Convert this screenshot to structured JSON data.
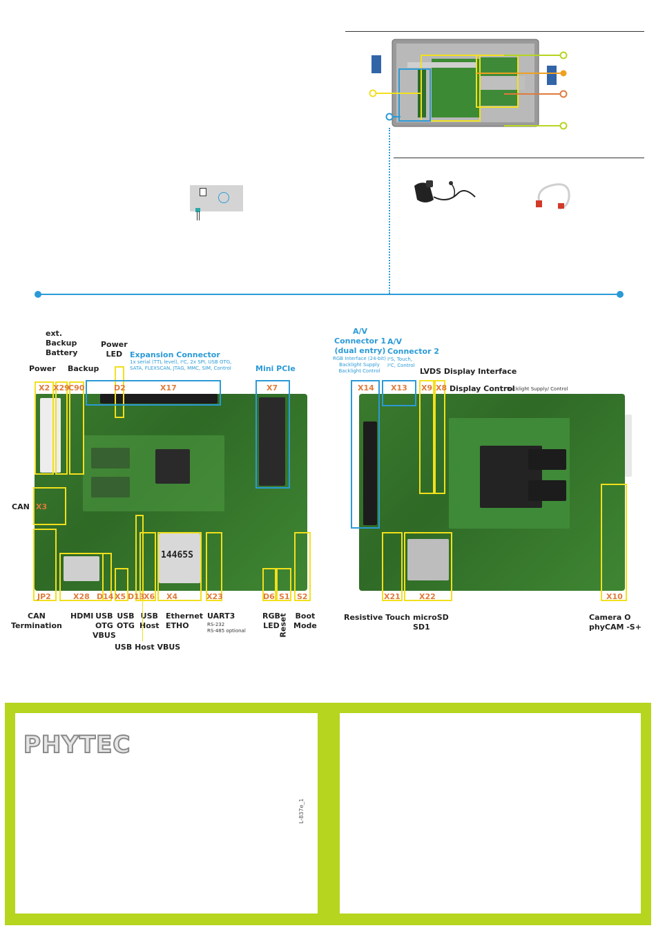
{
  "brand": {
    "logo": "PHYTEC",
    "doc_code": "L-837e_1"
  },
  "colors": {
    "accent_green": "#b5d51f",
    "highlight_yellow": "#f2e01c",
    "highlight_blue": "#2b9ad6",
    "connector_orange": "#e07a3a"
  },
  "left_board": {
    "top_labels": {
      "battery": "ext.\nBackup\nBattery",
      "power_led": "Power\nLED",
      "power": "Power",
      "backup": "Backup",
      "expansion_title": "Expansion Connector",
      "expansion_desc": "1x serial (TTL level), I²C, 2x SPI, USB OTG,\nSATA, FLEXSCAN, JTAG, MMC, SIM, Control",
      "mini_pcie": "Mini PCIe"
    },
    "connectors": {
      "x2": "X2",
      "x29": "X29",
      "c90": "C90",
      "d2": "D2",
      "x17": "X17",
      "x7": "X7",
      "x3": "X3",
      "jp2": "JP2",
      "x28": "X28",
      "d14": "D14",
      "x5": "X5",
      "d13": "D13",
      "x6": "X6",
      "x4": "X4",
      "x23": "X23",
      "d6": "D6",
      "s1": "S1",
      "s2": "S2"
    },
    "side_label_can": "CAN",
    "rj45_text": "14465S",
    "bottom_labels": {
      "can_term": "CAN\nTermination",
      "hdmi": "HDMI",
      "usb_otg_vbus": "USB\nOTG\nVBUS",
      "usb_otg": "USB\nOTG",
      "usb_host": "USB\nHost",
      "ethernet": "Ethernet\nETHO",
      "uart3": "UART3",
      "uart3_desc": "RS-232\nRS-485 optional",
      "rgb_led": "RGB\nLED",
      "reset": "Reset",
      "boot_mode": "Boot\nMode",
      "usb_host_vbus": "USB Host VBUS"
    }
  },
  "right_board": {
    "top_labels": {
      "av1_title": "A/V\nConnector 1\n(dual entry)",
      "av1_desc": "RGB Interface (24-bit)\nBacklight Supply\nBacklight Control",
      "av2_title": "A/V\nConnector 2",
      "av2_desc": "I²S, Touch,\nI²C, Control",
      "lvds": "LVDS Display Interface",
      "display_control": "Display Control",
      "display_control_desc": "Backlight Supply/ Control"
    },
    "connectors": {
      "x14": "X14",
      "x13": "X13",
      "x9": "X9",
      "x8": "X8",
      "x21": "X21",
      "x22": "X22",
      "x10": "X10"
    },
    "bottom_labels": {
      "resistive_touch": "Resistive Touch",
      "microsd": "microSD\nSD1",
      "camera": "Camera O\nphyCAM -S+"
    }
  }
}
